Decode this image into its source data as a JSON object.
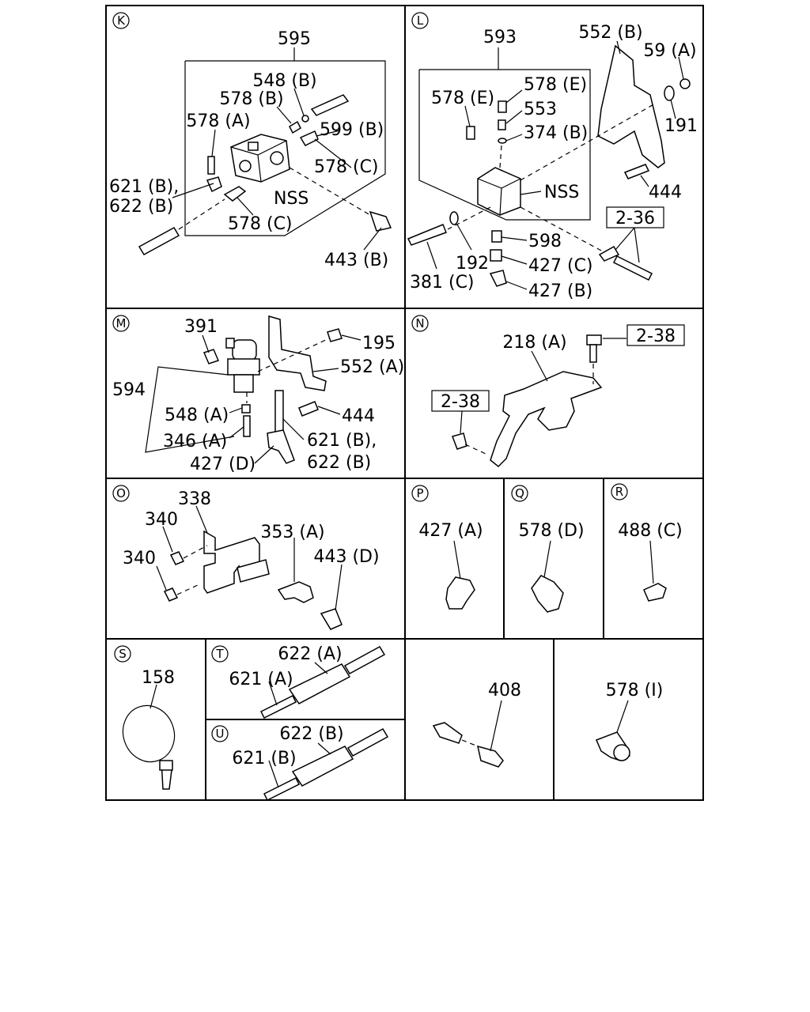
{
  "sections": {
    "K": {
      "marker": "K",
      "labels": [
        "595",
        "548 (B)",
        "578 (B)",
        "578 (A)",
        "599 (B)",
        "578 (C)",
        "NSS",
        "621 (B),",
        "622 (B)",
        "578 (C)",
        "443 (B)"
      ]
    },
    "L": {
      "marker": "L",
      "labels": [
        "593",
        "552 (B)",
        "59 (A)",
        "578 (E)",
        "578 (E)",
        "553",
        "374 (B)",
        "191",
        "NSS",
        "444",
        "2-36",
        "598",
        "427 (C)",
        "192",
        "381 (C)",
        "427 (B)"
      ]
    },
    "M": {
      "marker": "M",
      "labels": [
        "391",
        "195",
        "552 (A)",
        "594",
        "548 (A)",
        "444",
        "346 (A)",
        "621 (B),",
        "622 (B)",
        "427 (D)"
      ]
    },
    "N": {
      "marker": "N",
      "labels": [
        "218 (A)",
        "2-38",
        "2-38"
      ]
    },
    "O": {
      "marker": "O",
      "labels": [
        "338",
        "340",
        "340",
        "353 (A)",
        "443 (D)"
      ]
    },
    "P": {
      "marker": "P",
      "labels": [
        "427 (A)"
      ]
    },
    "Q": {
      "marker": "Q",
      "labels": [
        "578 (D)"
      ]
    },
    "R": {
      "marker": "R",
      "labels": [
        "488 (C)"
      ]
    },
    "S": {
      "marker": "S",
      "labels": [
        "158"
      ]
    },
    "T": {
      "marker": "T",
      "labels": [
        "622 (A)",
        "621 (A)"
      ]
    },
    "U": {
      "marker": "U",
      "labels": [
        "622 (B)",
        "621 (B)"
      ]
    },
    "V": {
      "labels": [
        "408"
      ]
    },
    "W": {
      "labels": [
        "578 (I)"
      ]
    }
  }
}
